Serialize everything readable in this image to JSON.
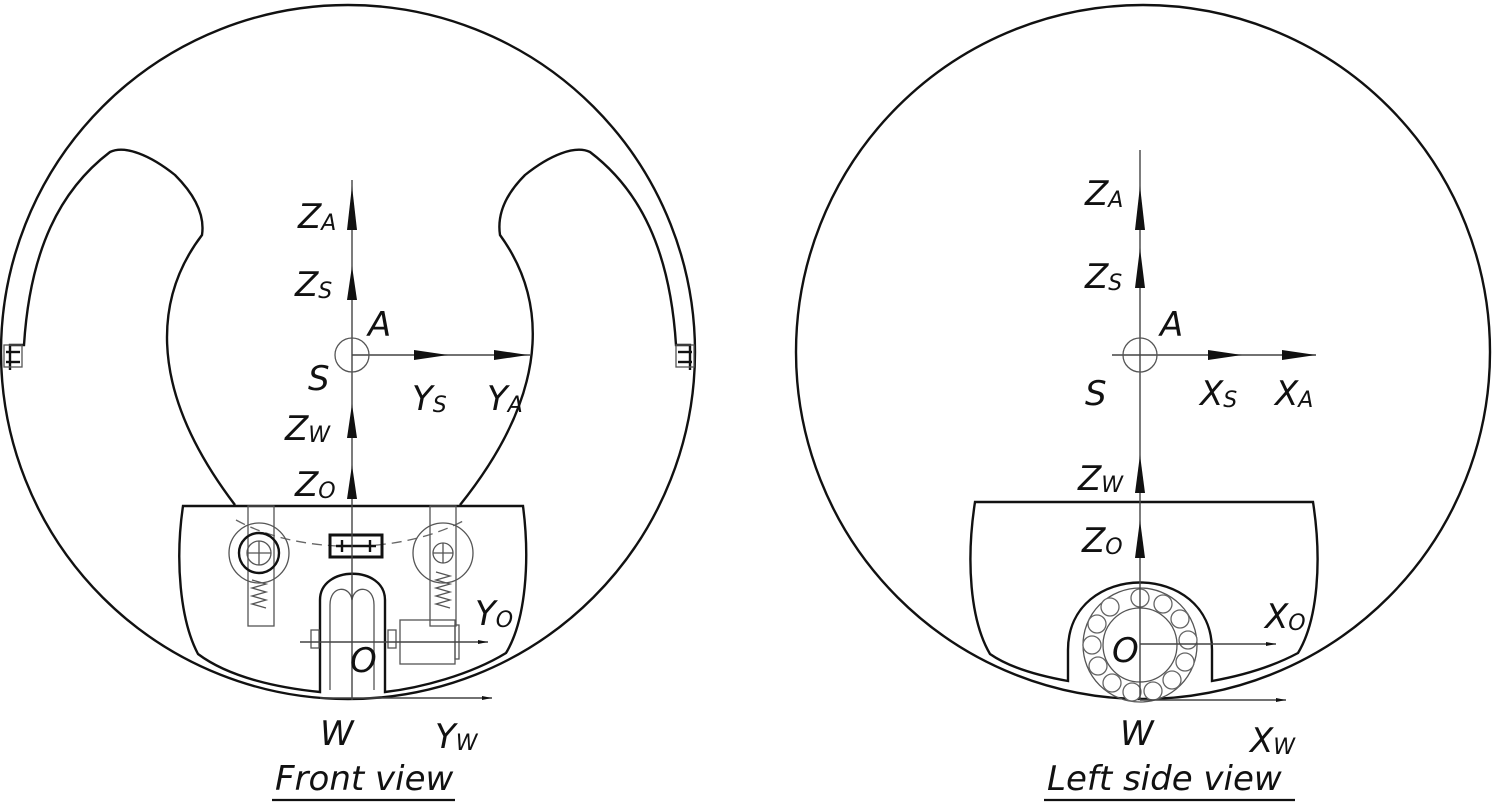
{
  "views": {
    "front": {
      "caption": "Front view",
      "labels": {
        "za_main": "Z",
        "za_sub": "A",
        "zs_main": "Z",
        "zs_sub": "S",
        "a": "A",
        "s": "S",
        "ys_main": "Y",
        "ys_sub": "S",
        "ya_main": "Y",
        "ya_sub": "A",
        "zw_main": "Z",
        "zw_sub": "W",
        "zo_main": "Z",
        "zo_sub": "O",
        "yo_main": "Y",
        "yo_sub": "O",
        "o": "O",
        "w": "W",
        "yw_main": "Y",
        "yw_sub": "W"
      }
    },
    "side": {
      "caption": "Left side view",
      "labels": {
        "za_main": "Z",
        "za_sub": "A",
        "zs_main": "Z",
        "zs_sub": "S",
        "a": "A",
        "s": "S",
        "xs_main": "X",
        "xs_sub": "S",
        "xa_main": "X",
        "xa_sub": "A",
        "zw_main": "Z",
        "zw_sub": "W",
        "zo_main": "Z",
        "zo_sub": "O",
        "xo_main": "X",
        "xo_sub": "O",
        "o": "O",
        "w": "W",
        "xw_main": "X",
        "xw_sub": "W"
      }
    }
  },
  "colors": {
    "line": "#111111",
    "construction": "#666666",
    "background": "#ffffff"
  }
}
